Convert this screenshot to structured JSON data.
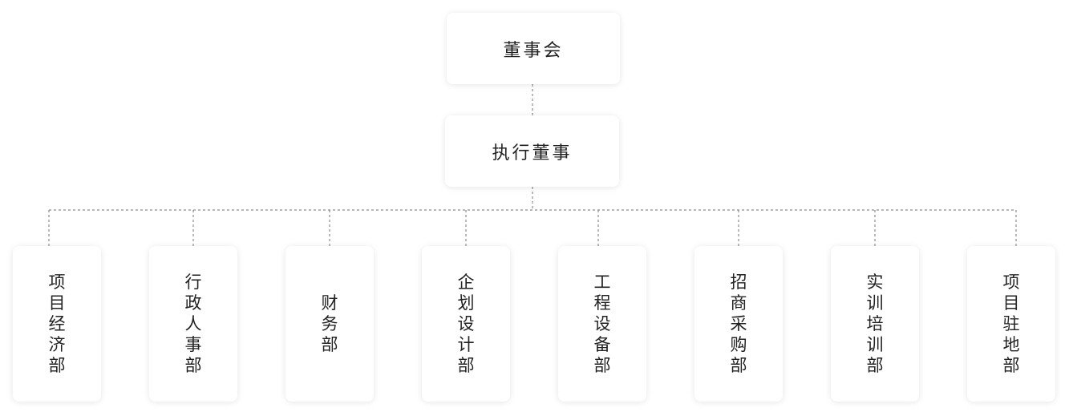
{
  "diagram": {
    "board": "董事会",
    "executive": "执行董事",
    "departments": [
      "项目经济部",
      "行政人事部",
      "财务部",
      "企划设计部",
      "工程设备部",
      "招商采购部",
      "实训培训部",
      "项目驻地部"
    ]
  },
  "colors": {
    "connector": "#8c8c8c",
    "node_background": "#ffffff",
    "text": "#222222"
  }
}
